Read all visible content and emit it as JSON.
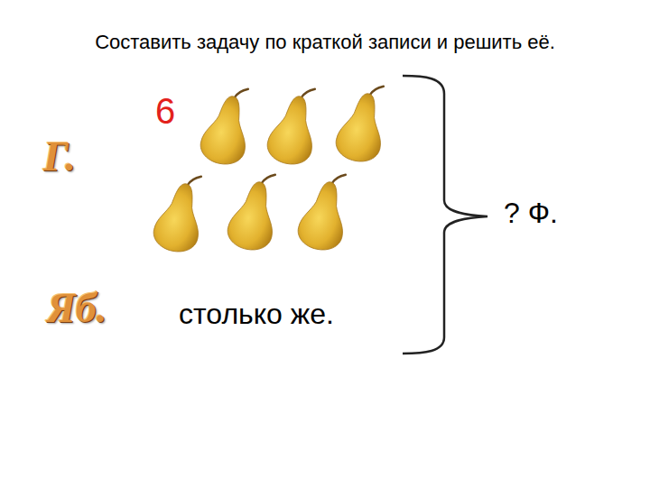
{
  "diagram": {
    "title": "Составить задачу по краткой записи и решить её.",
    "labels": [
      "Г.",
      "6",
      "Яб.",
      "столько же.",
      "? Ф."
    ]
  }
}
